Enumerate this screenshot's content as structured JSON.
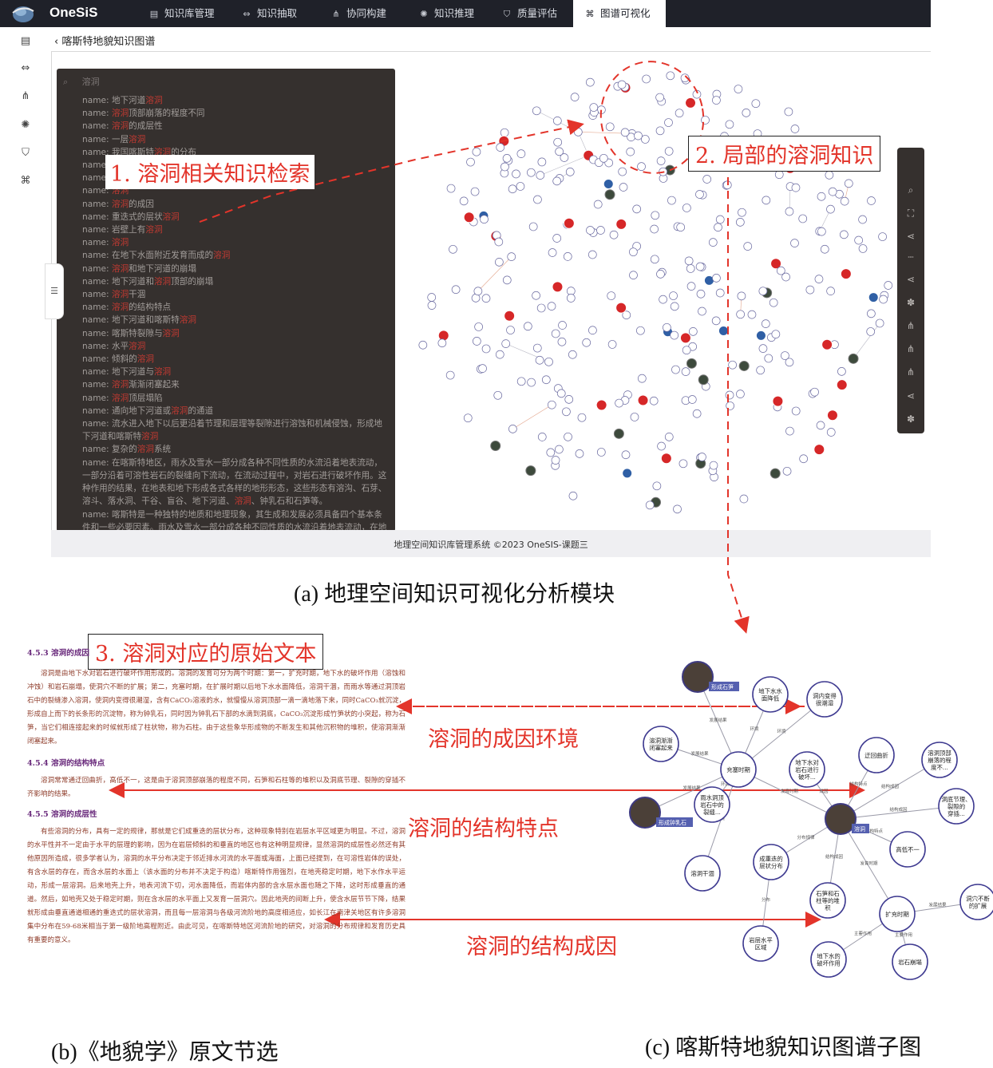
{
  "app": {
    "brand": "OneSiS",
    "nav": [
      {
        "label": "知识库管理",
        "icon": "database-icon"
      },
      {
        "label": "知识抽取",
        "icon": "extract-icon"
      },
      {
        "label": "协同构建",
        "icon": "collaborate-icon"
      },
      {
        "label": "知识推理",
        "icon": "reasoning-icon"
      },
      {
        "label": "质量评估",
        "icon": "shield-icon"
      },
      {
        "label": "图谱可视化",
        "icon": "graph-icon",
        "active": true
      }
    ],
    "page_title": "喀斯特地貌知识图谱",
    "search_value": "溶洞",
    "search_results": [
      {
        "pre": "name: 地下河道",
        "hl": "溶洞",
        "post": ""
      },
      {
        "pre": "name: ",
        "hl": "溶洞",
        "post": "顶部崩落的程度不同"
      },
      {
        "pre": "name: ",
        "hl": "溶洞",
        "post": "的成层性"
      },
      {
        "pre": "name: 一层",
        "hl": "溶洞",
        "post": ""
      },
      {
        "pre": "name: 我国喀斯特",
        "hl": "溶洞",
        "post": "的分布"
      },
      {
        "pre": "name: ",
        "hl": "溶洞",
        "post": ""
      },
      {
        "pre": "name: ",
        "hl": "溶洞",
        "post": ""
      },
      {
        "pre": "name: ",
        "hl": "溶洞",
        "post": ""
      },
      {
        "pre": "name: ",
        "hl": "溶洞",
        "post": "的成因"
      },
      {
        "pre": "name: 重迭式的层状",
        "hl": "溶洞",
        "post": ""
      },
      {
        "pre": "name: 岩壁上有",
        "hl": "溶洞",
        "post": ""
      },
      {
        "pre": "name: ",
        "hl": "溶洞",
        "post": ""
      },
      {
        "pre": "name: 在地下水面附近发育而成的",
        "hl": "溶洞",
        "post": ""
      },
      {
        "pre": "name: ",
        "hl": "溶洞",
        "post": "和地下河道的崩塌"
      },
      {
        "pre": "name: 地下河道和",
        "hl": "溶洞",
        "post": "顶部的崩塌"
      },
      {
        "pre": "name: ",
        "hl": "溶洞",
        "post": "干涸"
      },
      {
        "pre": "name: ",
        "hl": "溶洞",
        "post": "的结构特点"
      },
      {
        "pre": "name: 地下河道和喀斯特",
        "hl": "溶洞",
        "post": ""
      },
      {
        "pre": "name: 喀斯特裂隙与",
        "hl": "溶洞",
        "post": ""
      },
      {
        "pre": "name: 水平",
        "hl": "溶洞",
        "post": ""
      },
      {
        "pre": "name: 倾斜的",
        "hl": "溶洞",
        "post": ""
      },
      {
        "pre": "name: 地下河道与",
        "hl": "溶洞",
        "post": ""
      },
      {
        "pre": "name: ",
        "hl": "溶洞",
        "post": "渐渐闭塞起来"
      },
      {
        "pre": "name: ",
        "hl": "溶洞",
        "post": "顶层塌陷"
      },
      {
        "pre": "name: 通向地下河道或",
        "hl": "溶洞",
        "post": "的通道"
      },
      {
        "pre": "name: 流水进入地下以后更沿着节理和层理等裂隙进行溶蚀和机械侵蚀，形成地下河道和喀斯特",
        "hl": "溶洞",
        "post": ""
      },
      {
        "pre": "name: 复杂的",
        "hl": "溶洞",
        "post": "系统"
      },
      {
        "pre": "name: 在喀斯特地区，雨水及雪水一部分成各种不同性质的水流沿着地表流动，一部分沿着可溶性岩石的裂缝向下流动，在流动过程中，对岩石进行破坏作用。这种作用的结果，在地表和地下形成各式各样的地形形态，这些形态有溶沟、石芽、溶斗、落水洞、干谷、盲谷、地下河道、",
        "hl": "溶洞",
        "post": "、钟乳石和石笋等。"
      },
      {
        "pre": "name: 喀斯特是一种独特的地质和地理现象，其生成和发展必须具备四个基本条件和一些必要因素。雨水及雪水一部分成各种不同性质的水流沿着地表流动，在地表和地下形成各式各样的地形形态，这些形态有溶沟、石芽、溶斗、落水",
        "hl": "",
        "post": ""
      }
    ],
    "footer": "地理空间知识库管理系统 ©2023 OneSIS-课题三"
  },
  "callouts": {
    "c1": "1. 溶洞相关知识检索",
    "c2": "2. 局部的溶洞知识",
    "c3": "3. 溶洞对应的原始文本"
  },
  "figure_labels": {
    "cause_env": "溶洞的成因环境",
    "structure_feature": "溶洞的结构特点",
    "structure_cause": "溶洞的结构成因"
  },
  "captions": {
    "a": "(a) 地理空间知识可视化分析模块",
    "b": "(b)《地貌学》原文节选",
    "c": "(c) 喀斯特地貌知识图谱子图"
  },
  "excerpt": {
    "s1_head": "4.5.3 溶洞的成因",
    "s1_p": "溶洞是由地下水对岩石进行破坏作用形成的。溶洞的发育可分为两个时期：第一，扩充时期，地下水的破坏作用（溶蚀和冲蚀）和岩石崩塌，使洞穴不断的扩展；第二，充塞时期，在扩展时期以后地下水水面降低，溶洞干涸，而雨水等通过洞顶岩石中的裂缝渗入溶洞，使洞内变得很潮湿，含有CaCO₃溶液的水，就慢慢从溶洞顶部一滴一滴地落下来，同时CaCO₃就沉淀，形成自上而下的长条形的沉淀物，称为钟乳石，同时因为钟乳石下部的水滴到洞底，CaCO₃沉淀形成竹笋状的小突起，称为石笋，当它们相连接起来的时候就形成了柱状物，称为石柱。由于这些象华形成物的不断发生和其他沉积物的堆积，使溶洞渐渐闭塞起来。",
    "s2_head": "4.5.4 溶洞的结构特点",
    "s2_p": "溶洞常常通迂回曲折，高低不一，这是由于溶洞顶部崩落的程度不同，石笋和石柱等的堆积以及洞底节理、裂隙的穿插不齐影响的结果。",
    "s3_head": "4.5.5 溶洞的成层性",
    "s3_p": "有些溶洞的分布，具有一定的规律，那就是它们成重迭的层状分布，这种现象特别在岩层水平区域更为明显。不过，溶洞的水平性并不一定由于水平的层理的影响，因为在岩层倾斜的和垂直的地区也有这种明显规律，显然溶洞的成层性必然还有其他原因所造成，很多学者认为，溶洞的水平分布决定于邻近排水河流的水平面或海面，上面已经提到，在可溶性岩体的误处，有含水层的存在，而含水层的水面上（该水面的分布并不决定于构造）喀斯特作用强烈，在地壳稳定时期，地下水作水平运动，形成一层溶洞。后来地壳上升，地表河流下切，河水面降低，而岩体内部的含水层水面也随之下降，这时形成垂直的通道。然后，如地壳又处于稳定时期，则在含水层的水平面上又发育一层洞穴。因此地壳的间断上升，使含水层节节下降，结果就形成由垂直通道相通的重迭式的层状溶洞，而且每一层溶洞与各级河流阶地的高度相适应，如长江在南津关地区有许多溶洞集中分布在59-68米相当于第一级阶地高程附近。由此可见，在喀斯特地区河流阶地的研究，对溶洞的分布规律和发育历史具有重要的意义。"
  },
  "subgraph": {
    "nodes": [
      {
        "id": "n_xcsx",
        "label": [
          "形成石笋"
        ],
        "type": "image-tag"
      },
      {
        "id": "n_dxsm",
        "label": [
          "地下水水",
          "面降低"
        ]
      },
      {
        "id": "n_dnbd",
        "label": [
          "洞内变得",
          "很潮湿"
        ]
      },
      {
        "id": "n_rdjb",
        "label": [
          "溶洞渐渐",
          "闭塞起来"
        ]
      },
      {
        "id": "n_csqs",
        "label": [
          "充塞时期"
        ]
      },
      {
        "id": "n_dxsd",
        "label": [
          "地下水对",
          "岩石进行",
          "破坏..."
        ]
      },
      {
        "id": "n_yhqz",
        "label": [
          "迂回曲折"
        ]
      },
      {
        "id": "n_rddb",
        "label": [
          "溶洞顶部",
          "崩落的程",
          "度不..."
        ]
      },
      {
        "id": "n_ysdz",
        "label": [
          "雨水洞顶",
          "岩石中的",
          "裂缝..."
        ]
      },
      {
        "id": "n_xczrs",
        "label": [
          "形成钟乳石"
        ],
        "type": "image-tag"
      },
      {
        "id": "n_rd",
        "label": [
          "溶洞"
        ],
        "type": "image-tag"
      },
      {
        "id": "n_ddjl",
        "label": [
          "洞底节理、",
          "裂隙的",
          "穿插..."
        ]
      },
      {
        "id": "n_rdgh",
        "label": [
          "溶洞干涸"
        ]
      },
      {
        "id": "n_cczd",
        "label": [
          "成重迭的",
          "层状分布"
        ]
      },
      {
        "id": "n_gdby",
        "label": [
          "高低不一"
        ]
      },
      {
        "id": "n_ssh",
        "label": [
          "石笋和石",
          "柱等的堆",
          "积"
        ]
      },
      {
        "id": "n_kcsq",
        "label": [
          "扩充时期"
        ]
      },
      {
        "id": "n_dxbk",
        "label": [
          "洞穴不断",
          "的扩展"
        ]
      },
      {
        "id": "n_ycsp",
        "label": [
          "岩层水平",
          "区域"
        ]
      },
      {
        "id": "n_dxsp",
        "label": [
          "地下水的",
          "破坏作用"
        ]
      },
      {
        "id": "n_ysbt",
        "label": [
          "岩石崩塌"
        ]
      }
    ],
    "edges": [
      {
        "from": "n_csqs",
        "to": "n_xcsx",
        "label": "发展结果"
      },
      {
        "from": "n_csqs",
        "to": "n_dxsm",
        "label": "环境"
      },
      {
        "from": "n_csqs",
        "to": "n_dnbd",
        "label": "环境"
      },
      {
        "from": "n_csqs",
        "to": "n_rdjb",
        "label": "发展结果"
      },
      {
        "from": "n_csqs",
        "to": "n_xczrs",
        "label": "发展结果"
      },
      {
        "from": "n_csqs",
        "to": "n_ysdz",
        "label": "环境"
      },
      {
        "from": "n_csqs",
        "to": "n_rdgh",
        "label": "环境"
      },
      {
        "from": "n_rd",
        "to": "n_csqs",
        "label": "发育时期"
      },
      {
        "from": "n_rd",
        "to": "n_dxsd",
        "label": "成因"
      },
      {
        "from": "n_rd",
        "to": "n_yhqz",
        "label": "结构特点"
      },
      {
        "from": "n_rd",
        "to": "n_rddb",
        "label": "结构成因"
      },
      {
        "from": "n_rd",
        "to": "n_ddjl",
        "label": "结构成因"
      },
      {
        "from": "n_rd",
        "to": "n_gdby",
        "label": "结构特点"
      },
      {
        "from": "n_rd",
        "to": "n_cczd",
        "label": "分布规律"
      },
      {
        "from": "n_rd",
        "to": "n_ssh",
        "label": "结构成因"
      },
      {
        "from": "n_rd",
        "to": "n_kcsq",
        "label": "发育时期"
      },
      {
        "from": "n_cczd",
        "to": "n_ycsp",
        "label": "分布"
      },
      {
        "from": "n_kcsq",
        "to": "n_dxbk",
        "label": "发展结果"
      },
      {
        "from": "n_kcsq",
        "to": "n_dxsp",
        "label": "主要作用"
      },
      {
        "from": "n_kcsq",
        "to": "n_ysbt",
        "label": "主要作用"
      }
    ]
  }
}
